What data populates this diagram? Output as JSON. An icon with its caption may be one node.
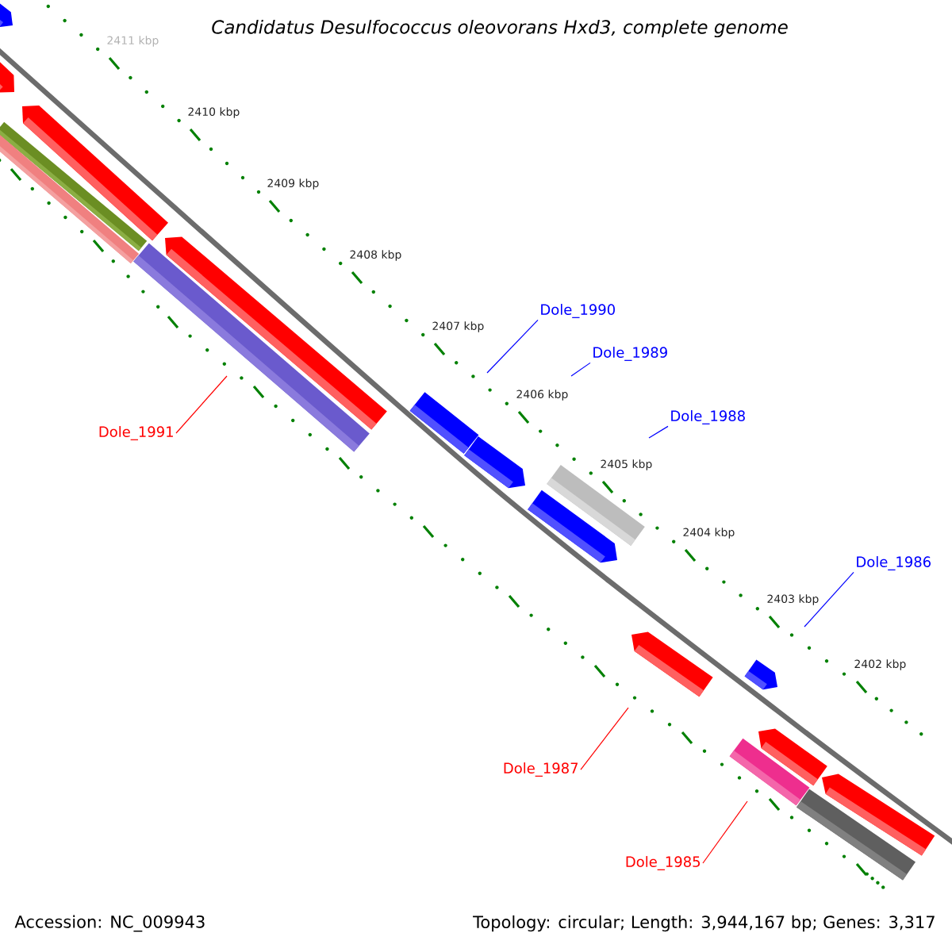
{
  "diagram": {
    "title": "Candidatus Desulfococcus oleovorans Hxd3, complete genome",
    "nodes": [
      {
        "text": [
          "Dole_1990"
        ]
      },
      {
        "text": [
          "Dole_1989"
        ]
      },
      {
        "text": [
          "Dole_1988"
        ]
      },
      {
        "text": [
          "Dole_1991"
        ]
      },
      {
        "text": [
          "Dole_1986"
        ]
      },
      {
        "text": [
          "Dole_1987"
        ]
      },
      {
        "text": [
          "Dole_1985"
        ]
      }
    ],
    "edges": [
      {
        "from": 0,
        "to": null,
        "arrow": "none"
      },
      {
        "from": 1,
        "to": null,
        "arrow": "none"
      },
      {
        "from": 2,
        "to": null,
        "arrow": "none"
      },
      {
        "from": 3,
        "to": null,
        "arrow": "none",
        "color": "#ff0000"
      },
      {
        "from": 4,
        "to": null,
        "arrow": "none"
      },
      {
        "from": 5,
        "to": null,
        "arrow": "none",
        "color": "#ff0000"
      },
      {
        "from": 6,
        "to": null,
        "arrow": "none",
        "color": "#ff0000"
      }
    ],
    "labels": [
      "2411 kbp",
      "2410 kbp",
      "2409 kbp",
      "2408 kbp",
      "2407 kbp",
      "2406 kbp",
      "2405 kbp",
      "2404 kbp",
      "2403 kbp",
      "2402 kbp",
      "Accession: NC_009943",
      "Topology: circular; Length: 3,944,167 bp; Genes: 3,317"
    ]
  }
}
